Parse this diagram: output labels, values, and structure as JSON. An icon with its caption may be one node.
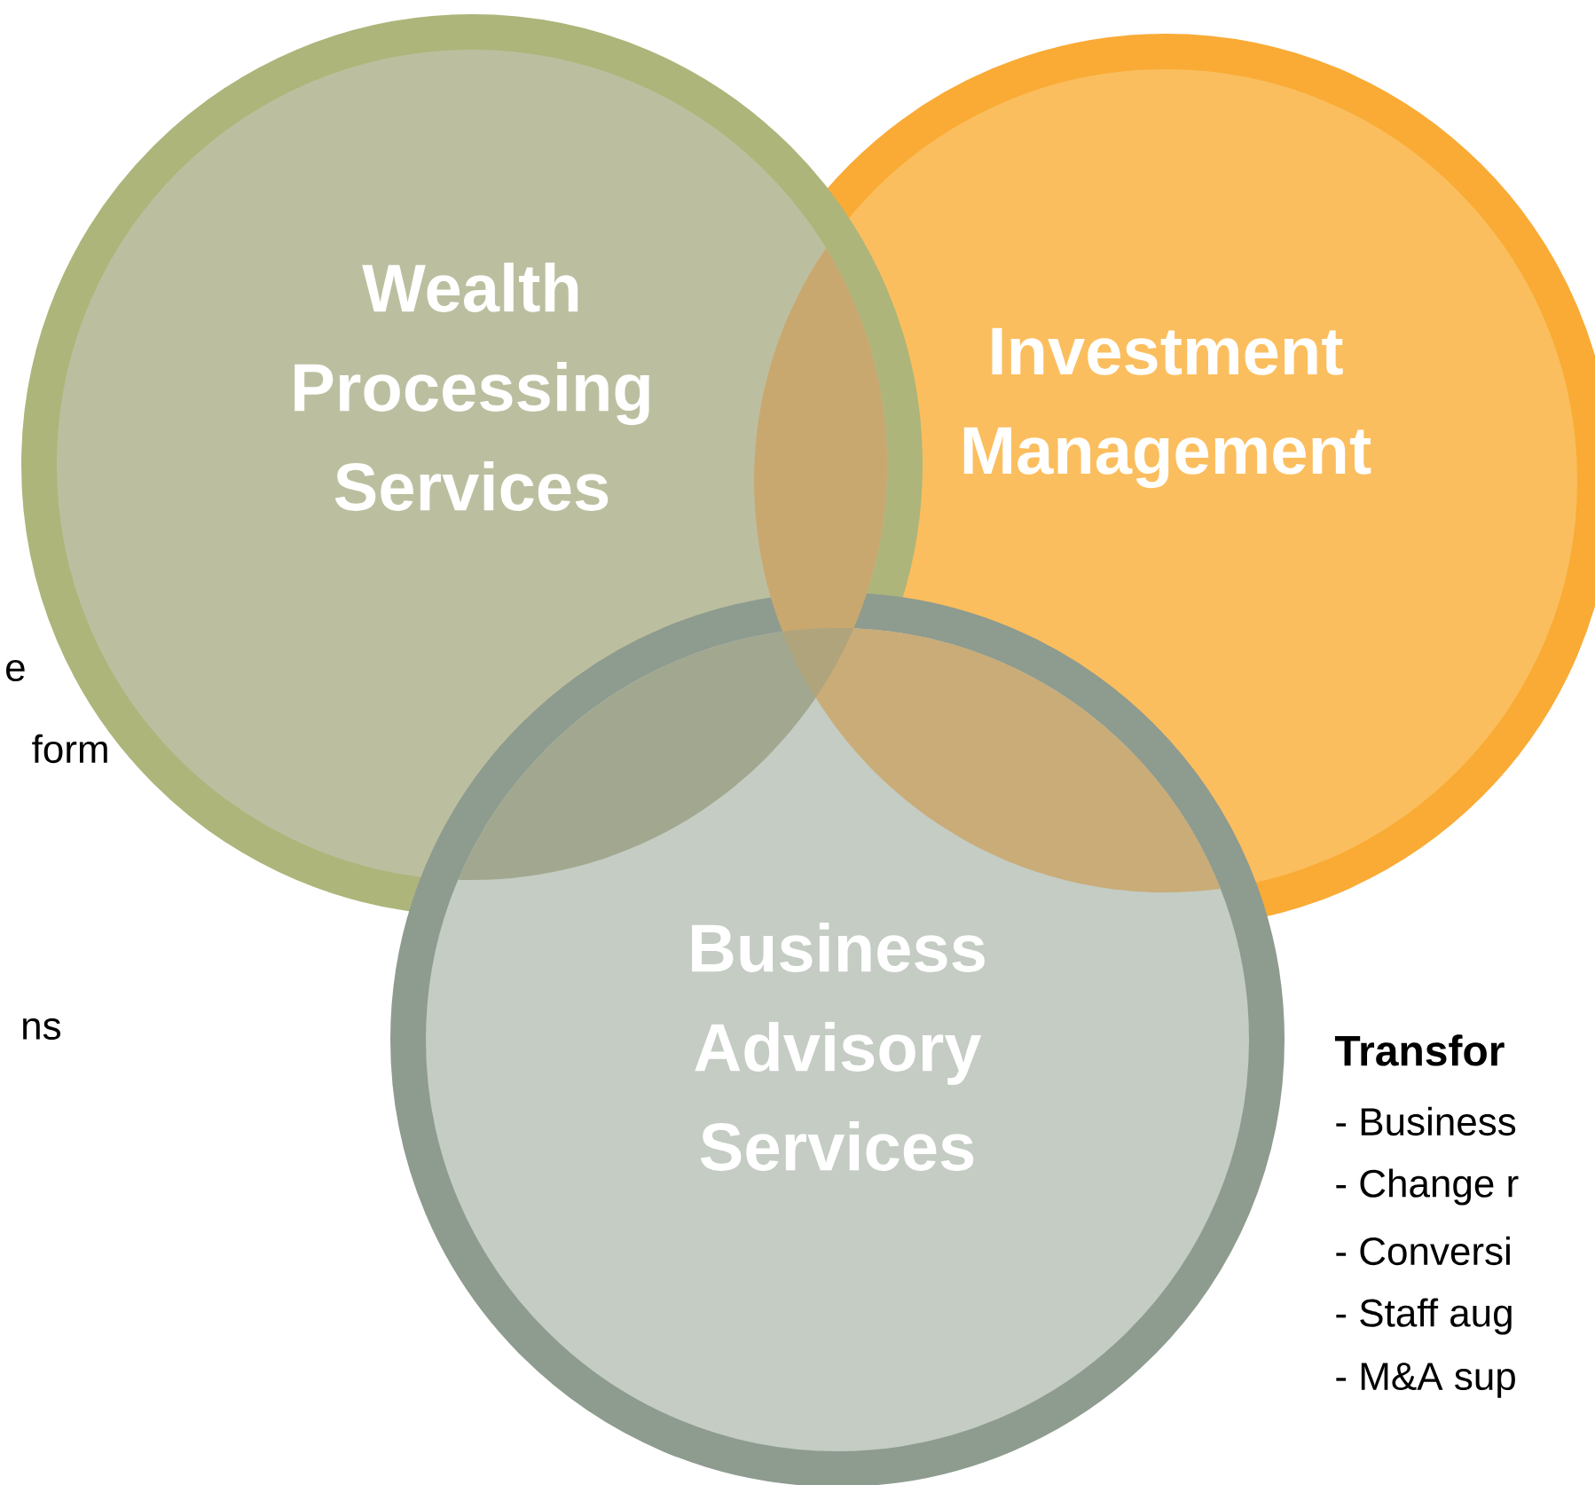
{
  "diagram": {
    "nodes": [
      {
        "text": [
          "Wealth Processing Services"
        ]
      },
      {
        "text": [
          "Investment Management"
        ]
      },
      {
        "text": [
          "Business Advisory Services"
        ]
      }
    ],
    "labels": [
      "e",
      "form",
      "ns",
      "Transfor",
      "- Business",
      "- Change r",
      "- Conversi",
      "- Staff aug",
      "- M&A sup"
    ]
  }
}
